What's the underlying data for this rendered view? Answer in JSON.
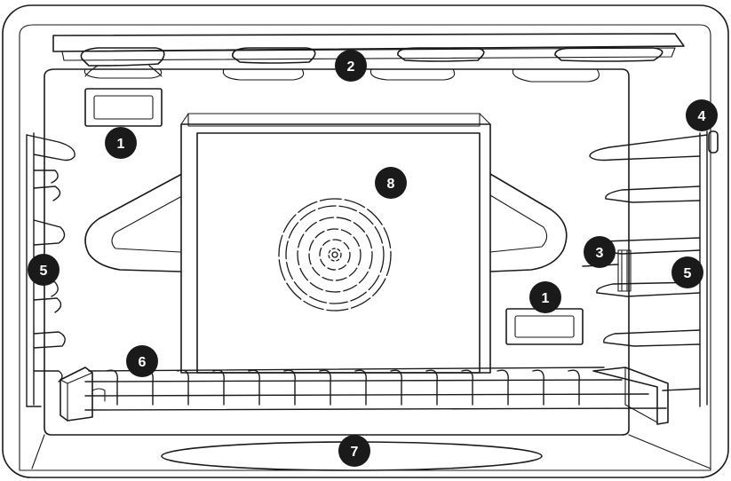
{
  "callouts": [
    {
      "id": "lamp-top-left",
      "label": "1"
    },
    {
      "id": "lamp-right",
      "label": "1"
    },
    {
      "id": "top-heater",
      "label": "2"
    },
    {
      "id": "meat-probe-socket",
      "label": "3"
    },
    {
      "id": "right-top-fixture",
      "label": "4"
    },
    {
      "id": "left-shelf-support",
      "label": "5"
    },
    {
      "id": "right-shelf-support",
      "label": "5"
    },
    {
      "id": "wire-shelf",
      "label": "6"
    },
    {
      "id": "bottom-heater",
      "label": "7"
    },
    {
      "id": "fan-cover",
      "label": "8"
    }
  ]
}
